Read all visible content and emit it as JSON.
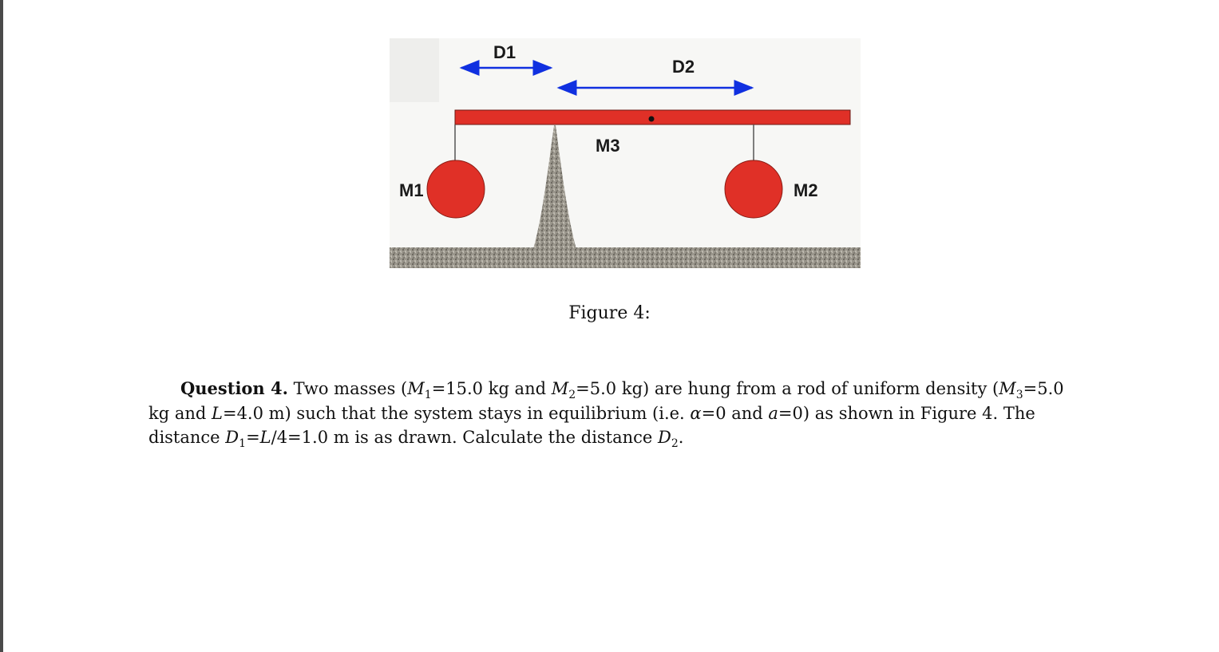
{
  "figure": {
    "labels": {
      "d1": "D1",
      "d2": "D2",
      "m1": "M1",
      "m2": "M2",
      "m3": "M3"
    },
    "colors": {
      "rod": "#e03027",
      "mass": "#e03027",
      "arrow": "#1030e0",
      "ground": "#9a968c",
      "background": "#f7f7f5"
    },
    "caption": "Figure 4:"
  },
  "question": {
    "heading": "Question 4.",
    "line1_text1": "Two masses (",
    "m1_sym": "M",
    "m1_sub": "1",
    "m1_val": "=15.0 kg and ",
    "m2_sym": "M",
    "m2_sub": "2",
    "m2_val": "=5.0 kg) are hung from a rod of uniform density (",
    "m3_sym": "M",
    "m3_sub": "3",
    "m3_val": "=5.0",
    "line2_text1": "kg and ",
    "l_sym": "L",
    "l_val": "=4.0 m) such that the system stays in equilibrium (i.e. ",
    "alpha_sym": "α",
    "alpha_val": "=0 and ",
    "a_sym": "a",
    "a_val": "=0) as shown in Figure 4. The",
    "line3_text1": "distance ",
    "d1_sym": "D",
    "d1_sub": "1",
    "d1_eq": "=",
    "l2_sym": "L",
    "d1_val": "/4=1.0 m is as drawn. Calculate the distance ",
    "d2_sym": "D",
    "d2_sub": "2",
    "end": "."
  }
}
